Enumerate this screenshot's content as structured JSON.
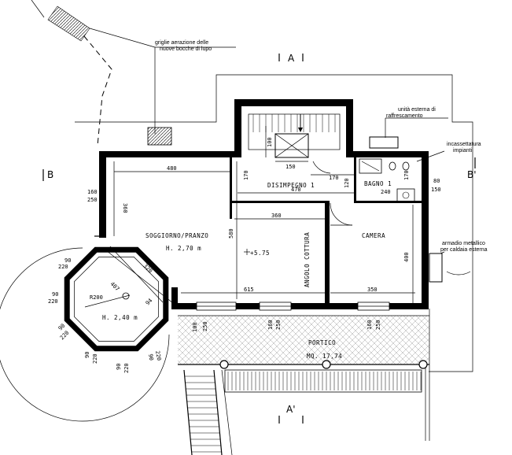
{
  "annotations": {
    "grille_line1": "griglie aerazione delle",
    "grille_line2": "nuove bocche di lupo",
    "ac_line1": "unità esterna di",
    "ac_line2": "raffrescamento",
    "incass_line1": "incassettatura",
    "incass_line2": "impianti",
    "armadio_line1": "armadio metallico",
    "armadio_line2": "per caldaia esterna"
  },
  "sections": {
    "a_top": "A",
    "a_bottom": "A'",
    "b_left": "B",
    "b_right": "B'"
  },
  "rooms": {
    "soggiorno": "SOGGIORNO/PRANZO",
    "soggiorno_h": "H. 2,70 m",
    "disimpegno": "DISIMPEGNO 1",
    "bagno": "BAGNO 1",
    "cottura": "ANGOLO COTTURA",
    "camera": "CAMERA",
    "portico": "PORTICO",
    "portico_mq": "MQ. 17,74",
    "round_h": "H. 2,40 m",
    "elevation": "+5.75"
  },
  "dims": {
    "d480": "480",
    "d470": "470",
    "d360a": "360",
    "d360b": "360",
    "d240": "240",
    "d170a": "170",
    "d170b": "170",
    "d170c": "170",
    "d120": "120",
    "d150a": "150",
    "d150b": "150",
    "d100a": "100",
    "d580": "580",
    "d400": "400",
    "d615": "615",
    "d350": "350",
    "d320": "320",
    "d407": "407",
    "d94": "94",
    "r200": "R200",
    "d160l": "160",
    "d250l": "250",
    "d80": "80",
    "d150r": "150",
    "w100": "100",
    "w250a": "250",
    "w160a": "160",
    "w250b": "250",
    "w160b": "160",
    "w250c": "250",
    "o90a": "90",
    "o220a": "220",
    "o90b": "90",
    "o220b": "220",
    "o90c": "90",
    "o220c": "220",
    "o90d": "90",
    "o220d": "220",
    "o90e": "90",
    "o220e": "220",
    "o90f": "90",
    "o220f": "220"
  }
}
